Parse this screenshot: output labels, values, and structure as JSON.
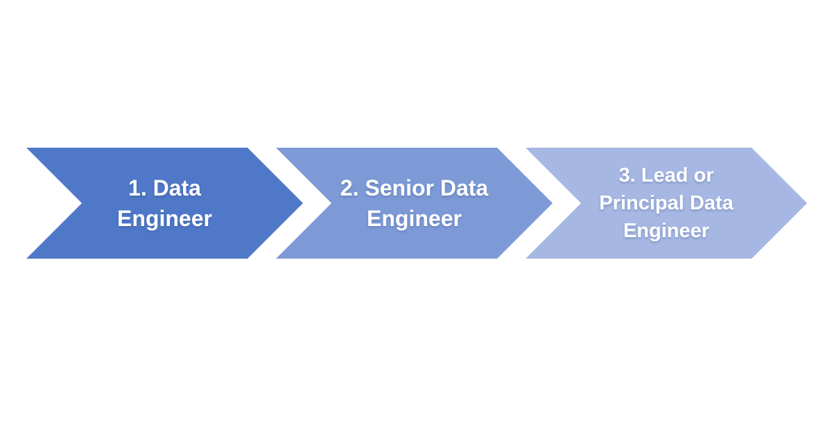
{
  "background_color": "#FFFFFF",
  "diagram": {
    "type": "process-chevron",
    "direction": "left-to-right",
    "text_color": "#FFFFFF",
    "steps": [
      {
        "label": "1. Data Engineer",
        "lines": [
          "1. Data",
          "Engineer"
        ],
        "fill": "#4F78C8"
      },
      {
        "label": "2. Senior Data Engineer",
        "lines": [
          "2. Senior Data",
          "Engineer"
        ],
        "fill": "#7D9AD7"
      },
      {
        "label": "3. Lead or Principal Data Engineer",
        "lines": [
          "3. Lead or",
          "Principal Data",
          "Engineer"
        ],
        "fill": "#A5B7E2"
      }
    ]
  }
}
